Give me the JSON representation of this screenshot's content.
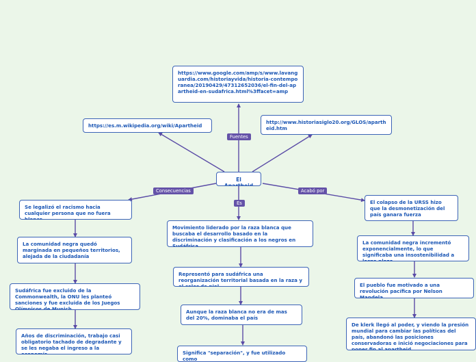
{
  "colors": {
    "background": "#ebf6e9",
    "node_border": "#3b63b6",
    "node_text": "#1c57b5",
    "link": "#5a4ba6",
    "tag_bg": "#6452a8"
  },
  "center": "El Apartheid",
  "tags": {
    "fuentes": "Fuentes",
    "consecuencias": "Consecuencias",
    "es": "Es",
    "acabo_por": "Acabó por"
  },
  "sources": [
    "https://www.google.com/amp/s/www.lavanguardia.com/historiayvida/historia-contemporanea/20190429/47312652036/el-fin-del-apartheid-en-sudafrica.html%3ffacet=amp",
    "https://es.m.wikipedia.org/wiki/Apartheid",
    "http://www.historiasiglo20.org/GLOS/apartheid.htm"
  ],
  "consequences": [
    "Se legalizó el racismo hacia cualquier persona que no fuera blanca",
    "La comunidad negra quedó marginada en pequeños territorios, alejada de la ciudadanía",
    "Sudáfrica fue excluido de la Commonwealth, la ONU les planteó sanciones y fue excluida de los Juegos Olímpicos de Munich",
    "Años de discriminación, trabajo casi obligatorio tachado de degradante y se les negaba el ingreso a la economía"
  ],
  "definition": [
    "Movimiento liderado por la raza blanca que buscaba el desarrollo basado en la discriminación y clasificación a los negros en Sudáfrica",
    "Representó para sudáfrica una reorganización territorial basada en la raza y el color de piel",
    "Aunque la raza blanca no era de mas del 20%, dominaba el país",
    "Significa \"separación\", y fue utilizado como"
  ],
  "ending": [
    "El colapso de la URSS hizo que la desmonetización del país ganara fuerza",
    "La comunidad negra incrementó exponencialmente, lo que significaba una insostenibilidad a largo plazo",
    "El pueblo fue motivado a una revolución pacífica por Nelson Mandela.",
    "De klerk llegó al poder, y viendo la presión mundial para cambiar las políticas del país, abandonó las posiciones conservadoras e inició negociaciones para poner fin al apartheid"
  ]
}
